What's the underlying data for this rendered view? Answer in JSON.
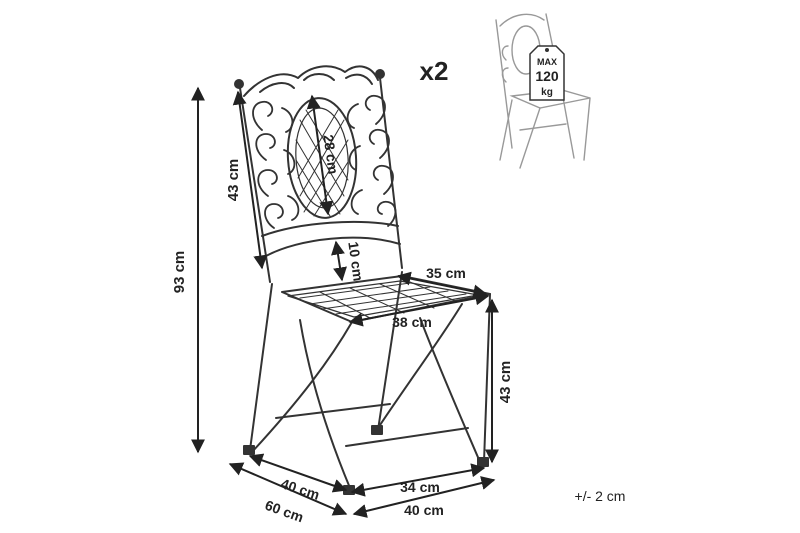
{
  "quantity_label": "x2",
  "max_load": {
    "line1": "MAX",
    "line2": "120",
    "line3": "kg"
  },
  "dimensions": {
    "total_height": "93 cm",
    "backrest_height": "43 cm",
    "backrest_panel": "28 cm",
    "back_gap": "10 cm",
    "seat_back_width": "35 cm",
    "seat_front_width": "38 cm",
    "seat_height": "43 cm",
    "seat_depth": "40 cm",
    "base_depth": "60 cm",
    "base_front_width": "34 cm",
    "base_width": "40 cm"
  },
  "tolerance": "+/- 2 cm"
}
